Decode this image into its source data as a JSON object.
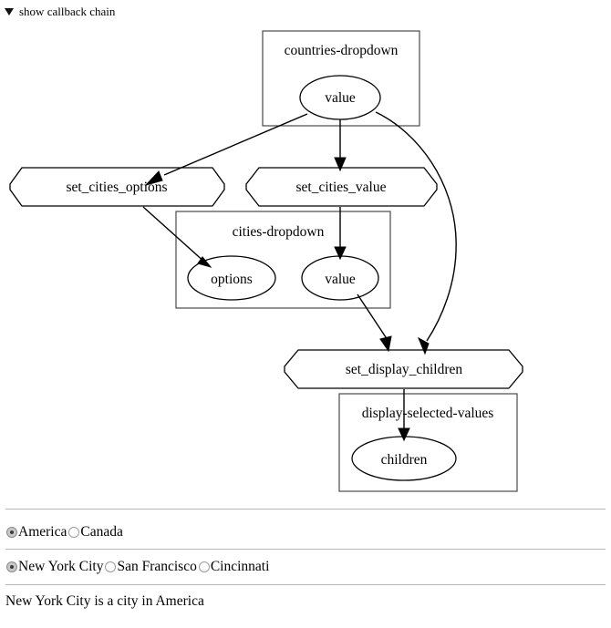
{
  "header": {
    "toggle_label": "show callback chain",
    "toggle_icon": "triangle-down-icon",
    "expanded": true
  },
  "graph": {
    "clusters": [
      {
        "id": "countries-dropdown",
        "label": "countries-dropdown"
      },
      {
        "id": "cities-dropdown",
        "label": "cities-dropdown"
      },
      {
        "id": "display-selected-values",
        "label": "display-selected-values"
      }
    ],
    "property_nodes": [
      {
        "id": "countries-value",
        "label": "value",
        "cluster": "countries-dropdown"
      },
      {
        "id": "cities-options",
        "label": "options",
        "cluster": "cities-dropdown"
      },
      {
        "id": "cities-value",
        "label": "value",
        "cluster": "cities-dropdown"
      },
      {
        "id": "display-children",
        "label": "children",
        "cluster": "display-selected-values"
      }
    ],
    "callback_nodes": [
      {
        "id": "set_cities_options",
        "label": "set_cities_options"
      },
      {
        "id": "set_cities_value",
        "label": "set_cities_value"
      },
      {
        "id": "set_display_children",
        "label": "set_display_children"
      }
    ],
    "edges": [
      {
        "from": "countries-value",
        "to": "set_cities_options"
      },
      {
        "from": "countries-value",
        "to": "set_cities_value"
      },
      {
        "from": "countries-value",
        "to": "set_display_children"
      },
      {
        "from": "set_cities_options",
        "to": "cities-options"
      },
      {
        "from": "set_cities_value",
        "to": "cities-value"
      },
      {
        "from": "cities-value",
        "to": "set_display_children"
      },
      {
        "from": "set_display_children",
        "to": "display-children"
      }
    ]
  },
  "controls": {
    "countries": {
      "name": "countries-dropdown",
      "selected": "America",
      "options": [
        {
          "label": "America",
          "checked": true
        },
        {
          "label": "Canada",
          "checked": false
        }
      ]
    },
    "cities": {
      "name": "cities-dropdown",
      "selected": "New York City",
      "options": [
        {
          "label": "New York City",
          "checked": true
        },
        {
          "label": "San Francisco",
          "checked": false
        },
        {
          "label": "Cincinnati",
          "checked": false
        }
      ]
    }
  },
  "output": {
    "text": "New York City is a city in America"
  },
  "colors": {
    "background": "#ffffff",
    "text": "#000000",
    "stroke": "#000000",
    "cluster_stroke": "#4a4a4a",
    "divider": "#b9b9b9",
    "radio_selected_fill": "#c8c8c8",
    "radio_unselected_border": "#9a9a9a"
  }
}
